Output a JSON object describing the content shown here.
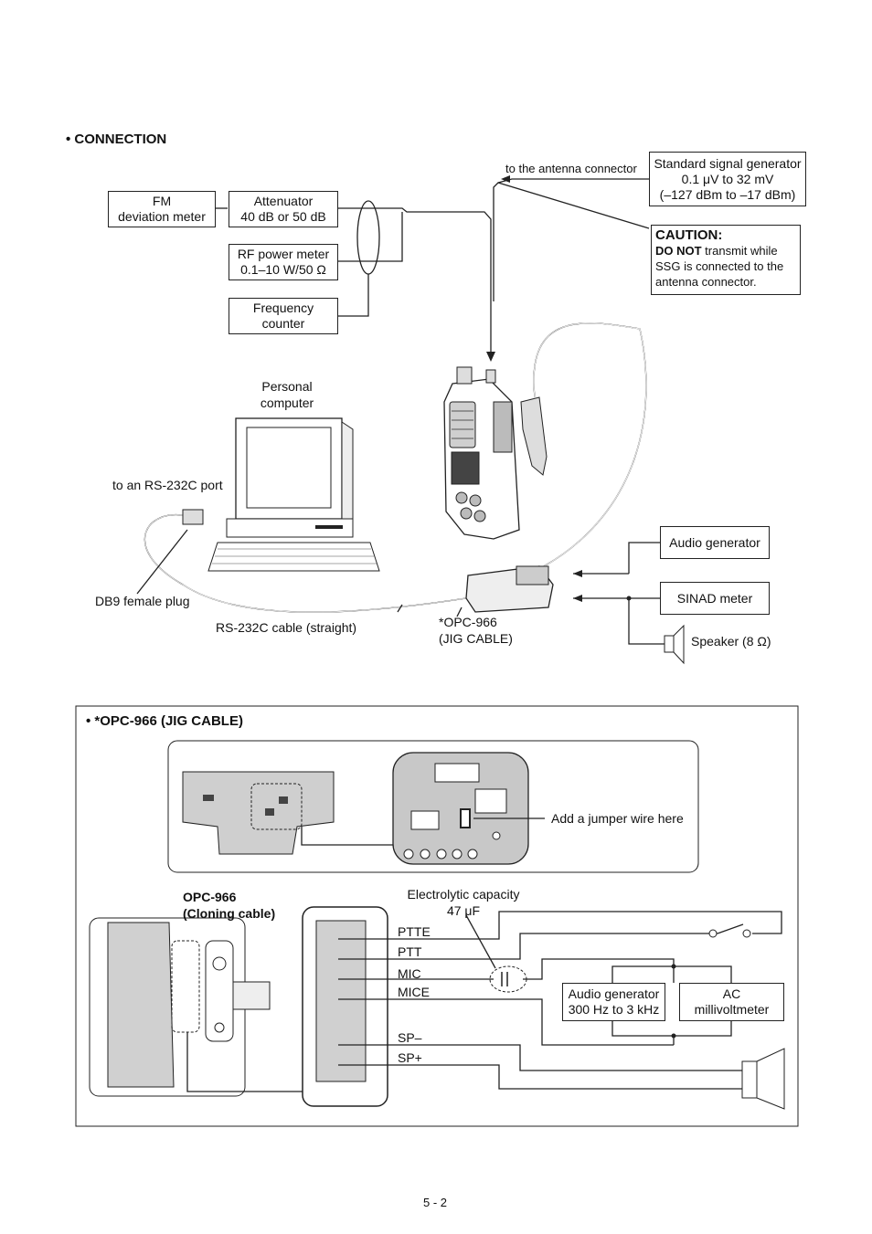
{
  "section_title": "• CONNECTION",
  "antenna_label": "to the antenna connector",
  "ssg": {
    "line1": "Standard signal generator",
    "line2": "0.1 μV to 32 mV",
    "line3": "(–127 dBm to –17 dBm)"
  },
  "caution": {
    "title": "CAUTION:",
    "bold": "DO NOT",
    "rest1": " transmit while",
    "line2": "SSG is connected to the",
    "line3": "antenna connector."
  },
  "fm_meter": {
    "line1": "FM",
    "line2": "deviation meter"
  },
  "attenuator": {
    "line1": "Attenuator",
    "line2": "40 dB or 50 dB"
  },
  "rf_meter": {
    "line1": "RF power meter",
    "line2": "0.1–10 W/50 Ω"
  },
  "freq_counter": {
    "line1": "Frequency",
    "line2": "counter"
  },
  "pc": {
    "line1": "Personal",
    "line2": "computer"
  },
  "rs232_port": "to an RS-232C port",
  "db9": "DB9 female plug",
  "rs232_cable": "RS-232C cable (straight)",
  "opc_cable": {
    "line1": "*OPC-966",
    "line2": "(JIG CABLE)"
  },
  "audio_gen": "Audio generator",
  "sinad": "SINAD meter",
  "speaker": "Speaker (8 Ω)",
  "jig_title": "• *OPC-966 (JIG CABLE)",
  "jumper": "Add a jumper wire here",
  "cloning": {
    "line1": "OPC-966",
    "line2": "(Cloning cable)"
  },
  "electrolytic": {
    "line1": "Electrolytic capacity",
    "line2": "47 μF"
  },
  "pins": [
    "PTTE",
    "PTT",
    "MIC",
    "MICE",
    "SP–",
    "SP+"
  ],
  "audio_gen2": {
    "line1": "Audio generator",
    "line2": "300 Hz to 3 kHz"
  },
  "ac_meter": {
    "line1": "AC",
    "line2": "millivoltmeter"
  },
  "page_number": "5 - 2"
}
